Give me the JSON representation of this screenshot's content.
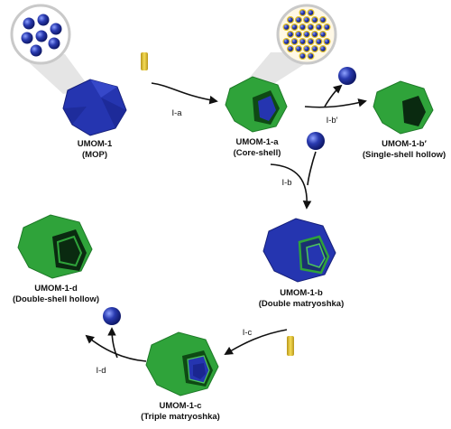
{
  "colors": {
    "green": "#2fa33a",
    "green_dark": "#1e7a28",
    "blue": "#2535b0",
    "blue_dark": "#16207a",
    "sphere": "#1b2a8c",
    "linker": "#e3c328",
    "cavity": "#0a2a10"
  },
  "structures": {
    "umom1": {
      "name": "UMOM-1",
      "sub": "(MOP)"
    },
    "umom1a": {
      "name": "UMOM-1-a",
      "sub": "(Core-shell)"
    },
    "umom1bp": {
      "name": "UMOM-1-b′",
      "sub": "(Single-shell hollow)"
    },
    "umom1b": {
      "name": "UMOM-1-b",
      "sub": "(Double matryoshka)"
    },
    "umom1c": {
      "name": "UMOM-1-c",
      "sub": "(Triple matryoshka)"
    },
    "umom1d": {
      "name": "UMOM-1-d",
      "sub": "(Double-shell hollow)"
    }
  },
  "steps": {
    "ia": "I-a",
    "ibp": "I-b′",
    "ib": "I-b",
    "ic": "I-c",
    "id": "I-d"
  },
  "icons": [
    "linker-rod-icon",
    "sphere-icon",
    "polyhedron-icon",
    "zoom-callout-icon"
  ]
}
